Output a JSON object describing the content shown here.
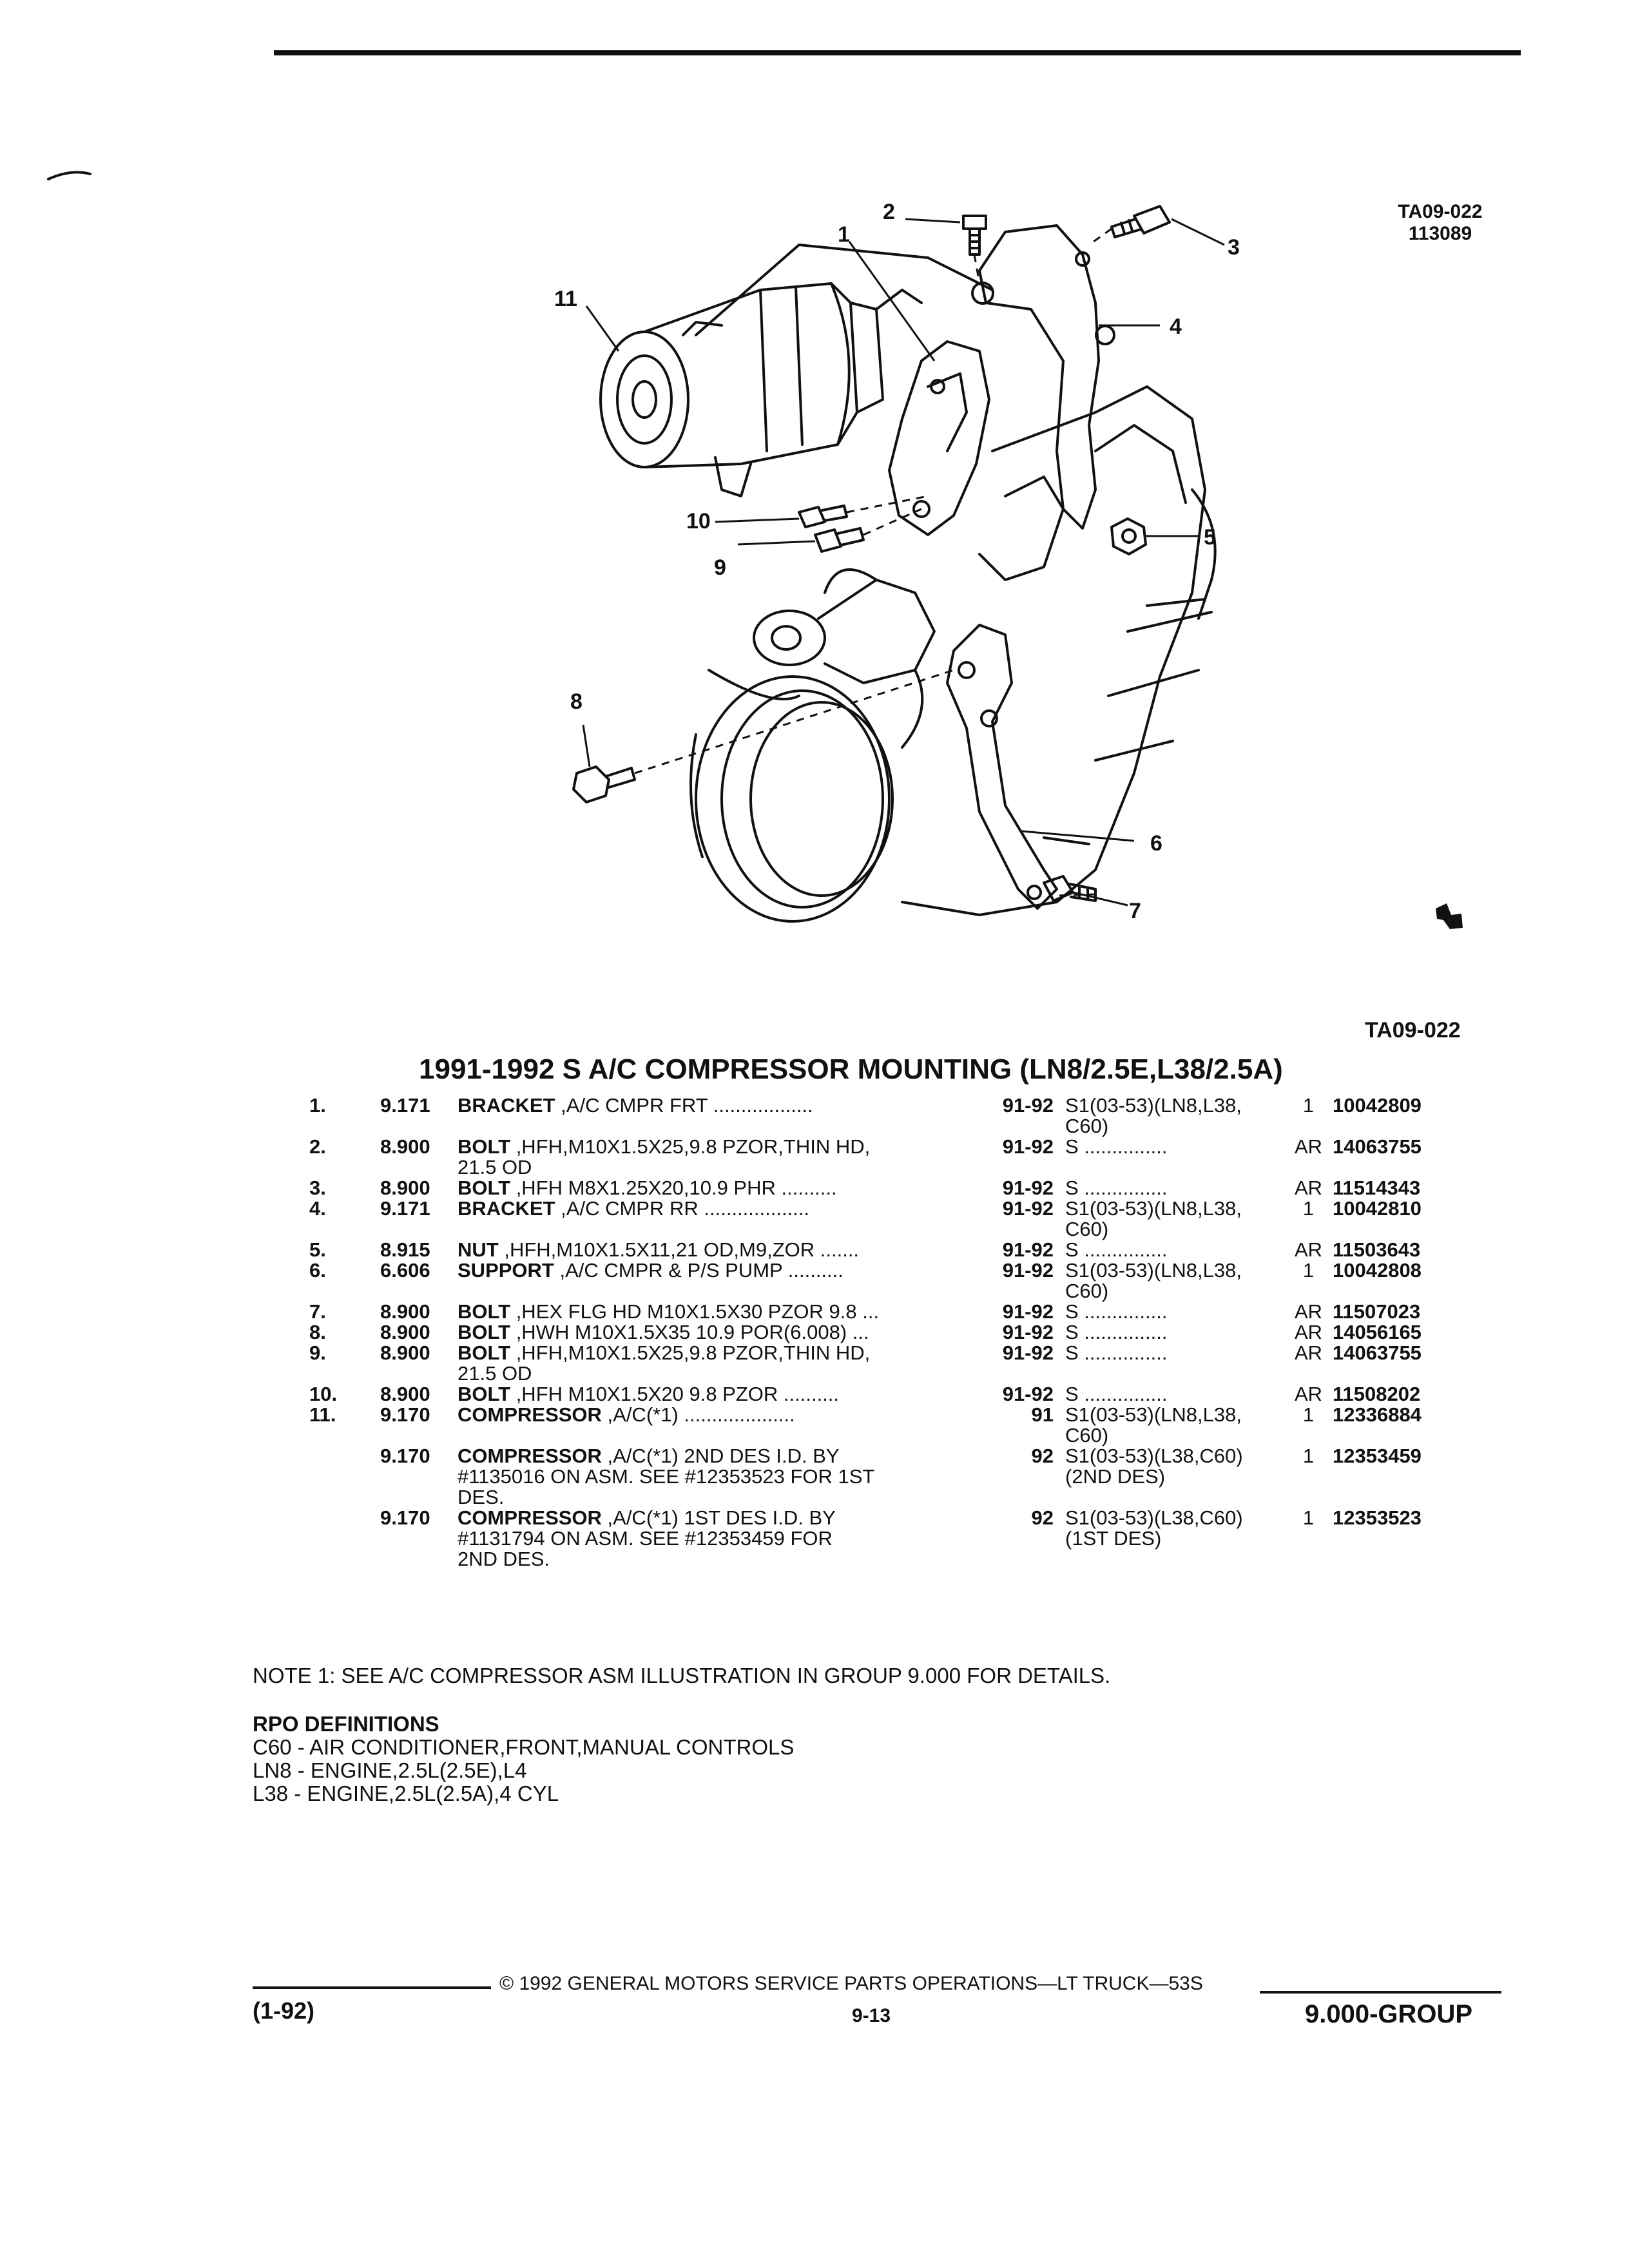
{
  "figure": {
    "id_top": "TA09-022",
    "date_code": "113089",
    "id_bottom": "TA09-022",
    "callouts": [
      "1",
      "2",
      "3",
      "4",
      "5",
      "6",
      "7",
      "8",
      "9",
      "10",
      "11"
    ]
  },
  "title": "1991-1992 S A/C COMPRESSOR MOUNTING (LN8/2.5E,L38/2.5A)",
  "parts": [
    {
      "index": "1.",
      "group": "9.171",
      "name": "BRACKET",
      "desc": " ,A/C CMPR FRT",
      "desc2": "",
      "dots": " ..................",
      "years": "91-92",
      "usage": "S1(03-53)(LN8,L38,",
      "usage2": "C60)",
      "qty": "1",
      "pn": "10042809"
    },
    {
      "index": "2.",
      "group": "8.900",
      "name": "BOLT",
      "desc": " ,HFH,M10X1.5X25,9.8 PZOR,THIN HD,",
      "desc2": "21.5 OD",
      "dots": "",
      "years": "91-92",
      "usage": "S ...............",
      "usage2": "",
      "qty": "AR",
      "pn": "14063755"
    },
    {
      "index": "3.",
      "group": "8.900",
      "name": "BOLT",
      "desc": " ,HFH M8X1.25X20,10.9 PHR",
      "desc2": "",
      "dots": " ..........",
      "years": "91-92",
      "usage": "S ...............",
      "usage2": "",
      "qty": "AR",
      "pn": "11514343"
    },
    {
      "index": "4.",
      "group": "9.171",
      "name": "BRACKET",
      "desc": " ,A/C CMPR RR",
      "desc2": "",
      "dots": " ...................",
      "years": "91-92",
      "usage": "S1(03-53)(LN8,L38,",
      "usage2": "C60)",
      "qty": "1",
      "pn": "10042810"
    },
    {
      "index": "5.",
      "group": "8.915",
      "name": "NUT",
      "desc": " ,HFH,M10X1.5X11,21 OD,M9,ZOR",
      "desc2": "",
      "dots": " .......",
      "years": "91-92",
      "usage": "S ...............",
      "usage2": "",
      "qty": "AR",
      "pn": "11503643"
    },
    {
      "index": "6.",
      "group": "6.606",
      "name": "SUPPORT",
      "desc": " ,A/C CMPR & P/S PUMP",
      "desc2": "",
      "dots": " ..........",
      "years": "91-92",
      "usage": "S1(03-53)(LN8,L38,",
      "usage2": "C60)",
      "qty": "1",
      "pn": "10042808"
    },
    {
      "index": "7.",
      "group": "8.900",
      "name": "BOLT",
      "desc": " ,HEX FLG HD M10X1.5X30 PZOR 9.8",
      "desc2": "",
      "dots": " ...",
      "years": "91-92",
      "usage": "S ...............",
      "usage2": "",
      "qty": "AR",
      "pn": "11507023"
    },
    {
      "index": "8.",
      "group": "8.900",
      "name": "BOLT",
      "desc": " ,HWH M10X1.5X35 10.9 POR(6.008)",
      "desc2": "",
      "dots": " ...",
      "years": "91-92",
      "usage": "S ...............",
      "usage2": "",
      "qty": "AR",
      "pn": "14056165"
    },
    {
      "index": "9.",
      "group": "8.900",
      "name": "BOLT",
      "desc": " ,HFH,M10X1.5X25,9.8 PZOR,THIN HD,",
      "desc2": "21.5 OD",
      "dots": "",
      "years": "91-92",
      "usage": "S ...............",
      "usage2": "",
      "qty": "AR",
      "pn": "14063755"
    },
    {
      "index": "10.",
      "group": "8.900",
      "name": "BOLT",
      "desc": " ,HFH M10X1.5X20 9.8 PZOR",
      "desc2": "",
      "dots": " ..........",
      "years": "91-92",
      "usage": "S ...............",
      "usage2": "",
      "qty": "AR",
      "pn": "11508202"
    },
    {
      "index": "11.",
      "group": "9.170",
      "name": "COMPRESSOR",
      "desc": " ,A/C(*1)",
      "desc2": "",
      "dots": " ....................",
      "years": "91",
      "usage": "S1(03-53)(LN8,L38,",
      "usage2": "C60)",
      "qty": "1",
      "pn": "12336884"
    },
    {
      "index": "",
      "group": "9.170",
      "name": "COMPRESSOR",
      "desc": " ,A/C(*1) 2ND DES I.D. BY",
      "desc2": "#1135016 ON ASM. SEE #12353523 FOR 1ST",
      "desc3": "DES.",
      "dots": "",
      "years": "92",
      "usage": "S1(03-53)(L38,C60)",
      "usage2": "(2ND DES)",
      "qty": "1",
      "pn": "12353459"
    },
    {
      "index": "",
      "group": "9.170",
      "name": "COMPRESSOR",
      "desc": " ,A/C(*1) 1ST DES I.D. BY",
      "desc2": "#1131794 ON ASM. SEE #12353459 FOR",
      "desc3": "2ND DES.",
      "dots": "",
      "years": "92",
      "usage": "S1(03-53)(L38,C60)",
      "usage2": "(1ST DES)",
      "qty": "1",
      "pn": "12353523"
    }
  ],
  "note": "NOTE  1:  SEE A/C COMPRESSOR ASM ILLUSTRATION IN GROUP 9.000 FOR DETAILS.",
  "rpo": {
    "heading": "RPO DEFINITIONS",
    "lines": [
      "C60 - AIR CONDITIONER,FRONT,MANUAL CONTROLS",
      "LN8 - ENGINE,2.5L(2.5E),L4",
      "L38 - ENGINE,2.5L(2.5A),4 CYL"
    ]
  },
  "footer": {
    "copyright": "©  1992  GENERAL MOTORS SERVICE PARTS OPERATIONS—LT TRUCK—53S",
    "left": "(1-92)",
    "page": "9-13",
    "right": "9.000-GROUP"
  }
}
